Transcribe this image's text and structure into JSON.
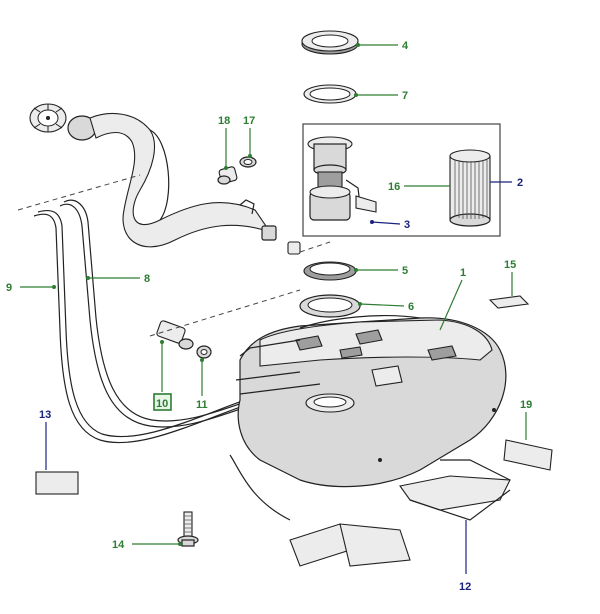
{
  "callouts": {
    "c1": "1",
    "c2": "2",
    "c3": "3",
    "c4": "4",
    "c5": "5",
    "c6": "6",
    "c7": "7",
    "c8": "8",
    "c9": "9",
    "c10": "10",
    "c11": "11",
    "c12": "12",
    "c13": "13",
    "c14": "14",
    "c15": "15",
    "c16": "16",
    "c17": "17",
    "c18": "18",
    "c19": "19"
  },
  "colors": {
    "callout_green": "#2e7d32",
    "callout_blue": "#1a237e",
    "part_fill": "#d9d9d9",
    "selected_box": "#2e7d32"
  },
  "selected_callout": "10"
}
